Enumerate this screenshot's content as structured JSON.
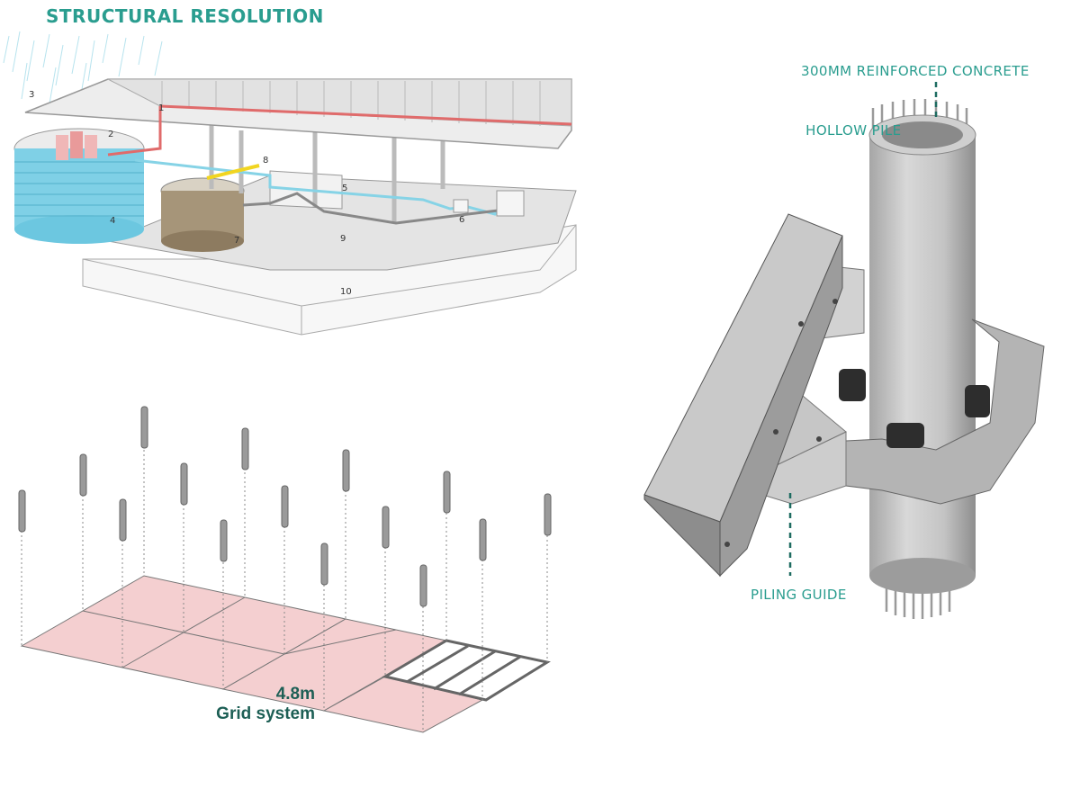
{
  "page": {
    "title": "STRUCTURAL RESOLUTION"
  },
  "callouts": {
    "pile_line1": "300MM REINFORCED CONCRETE",
    "pile_line2": " HOLLOW PILE",
    "guide": "PILING GUIDE"
  },
  "grid": {
    "label_line1": "4.8m",
    "label_line2": "Grid system"
  },
  "building_numbers": [
    "1",
    "2",
    "3",
    "4",
    "5",
    "6",
    "7",
    "8",
    "9",
    "10"
  ],
  "colors": {
    "accent": "#2a9d8f",
    "grid_label": "#1d5f55",
    "grid_fill": "#f4cfd0",
    "water": "#7fd0e6",
    "pipe_red": "#e06b6b",
    "concrete": "#c9c9c9"
  }
}
